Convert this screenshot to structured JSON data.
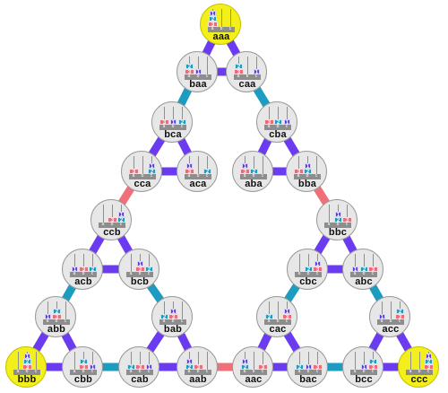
{
  "colors": {
    "corner_fill": "#f3ef1a",
    "node_fill": "#e7e7e7",
    "disk_1": "#5a3fe0",
    "disk_2": "#1b9dc4",
    "disk_3": "#f06a78",
    "edge_disk_1": "#6a3bf0",
    "edge_disk_2": "#1c9cc0",
    "edge_disk_3": "#f0707a"
  },
  "peg_labels": [
    "a",
    "b",
    "c"
  ],
  "nodes": [
    {
      "id": "aaa",
      "label": "aaa",
      "corner": true
    },
    {
      "id": "baa",
      "label": "baa"
    },
    {
      "id": "caa",
      "label": "caa"
    },
    {
      "id": "bca",
      "label": "bca"
    },
    {
      "id": "cba",
      "label": "cba"
    },
    {
      "id": "cca",
      "label": "cca"
    },
    {
      "id": "aca",
      "label": "aca"
    },
    {
      "id": "aba",
      "label": "aba"
    },
    {
      "id": "bba",
      "label": "bba"
    },
    {
      "id": "ccb",
      "label": "ccb"
    },
    {
      "id": "bbc",
      "label": "bbc"
    },
    {
      "id": "acb",
      "label": "acb"
    },
    {
      "id": "bcb",
      "label": "bcb"
    },
    {
      "id": "cbc",
      "label": "cbc"
    },
    {
      "id": "abc",
      "label": "abc"
    },
    {
      "id": "abb",
      "label": "abb"
    },
    {
      "id": "bab",
      "label": "bab"
    },
    {
      "id": "cac",
      "label": "cac"
    },
    {
      "id": "acc",
      "label": "acc"
    },
    {
      "id": "bbb",
      "label": "bbb",
      "corner": true
    },
    {
      "id": "cbb",
      "label": "cbb"
    },
    {
      "id": "cab",
      "label": "cab"
    },
    {
      "id": "aab",
      "label": "aab"
    },
    {
      "id": "aac",
      "label": "aac"
    },
    {
      "id": "bac",
      "label": "bac"
    },
    {
      "id": "bcc",
      "label": "bcc"
    },
    {
      "id": "ccc",
      "label": "ccc",
      "corner": true
    }
  ],
  "edges": [
    {
      "from": "aaa",
      "to": "baa",
      "disk": 1
    },
    {
      "from": "aaa",
      "to": "caa",
      "disk": 1
    },
    {
      "from": "baa",
      "to": "caa",
      "disk": 1
    },
    {
      "from": "baa",
      "to": "bca",
      "disk": 2
    },
    {
      "from": "caa",
      "to": "cba",
      "disk": 2
    },
    {
      "from": "bca",
      "to": "cca",
      "disk": 1
    },
    {
      "from": "bca",
      "to": "aca",
      "disk": 1
    },
    {
      "from": "cca",
      "to": "aca",
      "disk": 1
    },
    {
      "from": "cba",
      "to": "aba",
      "disk": 1
    },
    {
      "from": "cba",
      "to": "bba",
      "disk": 1
    },
    {
      "from": "aba",
      "to": "bba",
      "disk": 1
    },
    {
      "from": "cca",
      "to": "ccb",
      "disk": 3
    },
    {
      "from": "bba",
      "to": "bbc",
      "disk": 3
    },
    {
      "from": "ccb",
      "to": "acb",
      "disk": 1
    },
    {
      "from": "ccb",
      "to": "bcb",
      "disk": 1
    },
    {
      "from": "acb",
      "to": "bcb",
      "disk": 1
    },
    {
      "from": "bbc",
      "to": "cbc",
      "disk": 1
    },
    {
      "from": "bbc",
      "to": "abc",
      "disk": 1
    },
    {
      "from": "cbc",
      "to": "abc",
      "disk": 1
    },
    {
      "from": "acb",
      "to": "abb",
      "disk": 2
    },
    {
      "from": "bcb",
      "to": "bab",
      "disk": 2
    },
    {
      "from": "cbc",
      "to": "cac",
      "disk": 2
    },
    {
      "from": "abc",
      "to": "acc",
      "disk": 2
    },
    {
      "from": "abb",
      "to": "bbb",
      "disk": 1
    },
    {
      "from": "abb",
      "to": "cbb",
      "disk": 1
    },
    {
      "from": "bbb",
      "to": "cbb",
      "disk": 1
    },
    {
      "from": "bab",
      "to": "cab",
      "disk": 1
    },
    {
      "from": "bab",
      "to": "aab",
      "disk": 1
    },
    {
      "from": "cab",
      "to": "aab",
      "disk": 1
    },
    {
      "from": "cac",
      "to": "aac",
      "disk": 1
    },
    {
      "from": "cac",
      "to": "bac",
      "disk": 1
    },
    {
      "from": "aac",
      "to": "bac",
      "disk": 1
    },
    {
      "from": "acc",
      "to": "bcc",
      "disk": 1
    },
    {
      "from": "acc",
      "to": "ccc",
      "disk": 1
    },
    {
      "from": "bcc",
      "to": "ccc",
      "disk": 1
    },
    {
      "from": "cbb",
      "to": "cab",
      "disk": 2
    },
    {
      "from": "aab",
      "to": "aac",
      "disk": 3
    },
    {
      "from": "bac",
      "to": "bcc",
      "disk": 2
    }
  ]
}
